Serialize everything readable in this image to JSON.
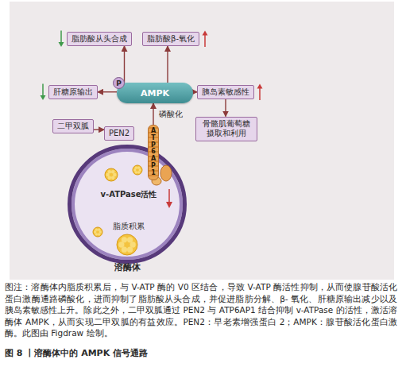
{
  "diagram": {
    "title": "图 8 丨溶酶体中的 AMPK 信号通路",
    "caption": "图注：溶酶体内脂质积累后，与 V-ATP 酶的 V0 区结合，导致 V-ATP 酶活性抑制，从而使腺苷酸活化蛋白激酶通路磷酸化，进而抑制了脂肪酸从头合成，并促进脂肪分解、β- 氧化、肝糖原输出减少以及胰岛素敏感性上升。除此之外，二甲双胍通过 PEN2 与 ATP6AP1 结合抑制 v-ATPase 的活性，激活溶酶体 AMPK，从而实现二甲双胍的有益效应。PEN2：早老素增强蛋白 2；AMPK：腺苷酸活化蛋白激酶。此图由 Figdraw 绘制。",
    "nodes": [
      {
        "text": [
          "脂肪酸从头合成"
        ]
      },
      {
        "text": [
          "脂肪酸β-氧化"
        ]
      },
      {
        "text": [
          "AMPK"
        ]
      },
      {
        "text": [
          "P"
        ],
        "in": 2
      },
      {
        "text": [
          "肝糖原输出"
        ]
      },
      {
        "text": [
          "胰岛素敏感性"
        ]
      },
      {
        "text": [
          "二甲双胍"
        ]
      },
      {
        "text": [
          "PEN2"
        ]
      },
      {
        "text": [
          "骨骼肌葡萄糖摄取和利用"
        ]
      },
      {
        "text": [
          "ATP6AP1"
        ]
      },
      {
        "text": [
          "溶酶体"
        ]
      },
      {
        "text": [
          "v-ATPase活性"
        ],
        "in": 10
      },
      {
        "text": [
          "脂质积累"
        ],
        "in": 10
      }
    ],
    "edges": [
      {
        "from": 2,
        "to": 0,
        "arrow": "to"
      },
      {
        "from": 2,
        "to": 1,
        "arrow": "to"
      },
      {
        "from": 2,
        "to": 4,
        "arrow": "to"
      },
      {
        "from": 2,
        "to": 5,
        "arrow": "to"
      },
      {
        "from": 5,
        "to": 8,
        "arrow": "to"
      },
      {
        "from": 6,
        "to": 7,
        "arrow": "to"
      },
      {
        "from": 9,
        "to": 2,
        "arrow": "to",
        "label": "磷酸化"
      },
      {
        "from": 12,
        "to": 11,
        "arrow": "to"
      }
    ]
  }
}
